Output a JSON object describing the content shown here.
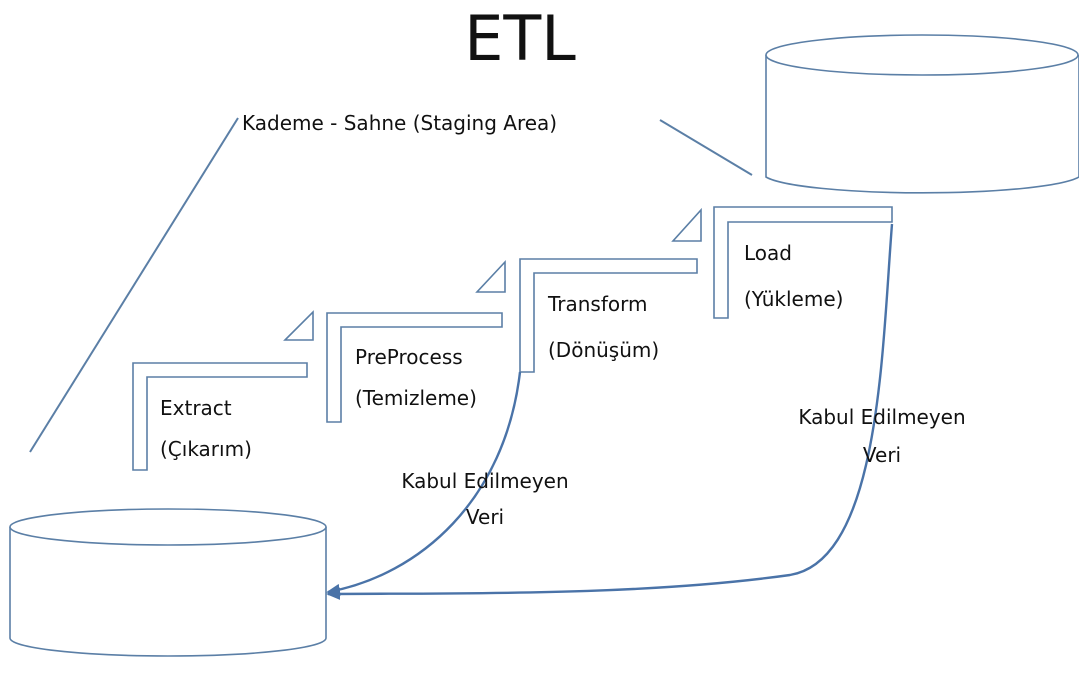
{
  "title": "ETL",
  "staging_label": "Kademe - Sahne (Staging Area)",
  "steps": [
    {
      "name": "Extract",
      "subtitle": "(Çıkarım)"
    },
    {
      "name": "PreProcess",
      "subtitle": "(Temizleme)"
    },
    {
      "name": "Transform",
      "subtitle": "(Dönüşüm)"
    },
    {
      "name": "Load",
      "subtitle": "(Yükleme)"
    }
  ],
  "rejected_left": {
    "line1": "Kabul Edilmeyen",
    "line2": "Veri"
  },
  "rejected_right": {
    "line1": "Kabul Edilmeyen",
    "line2": "Veri"
  },
  "colors": {
    "shape_stroke": "#5b7fa6",
    "arrow": "#4a73a8",
    "text": "#111111"
  }
}
